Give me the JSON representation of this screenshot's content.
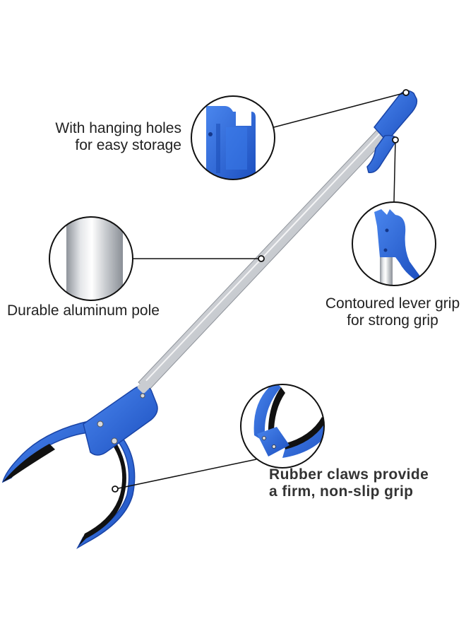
{
  "callouts": {
    "hanging_holes": {
      "line1": "With hanging holes",
      "line2": "for easy storage"
    },
    "aluminum_pole": {
      "line1": "Durable aluminum pole"
    },
    "lever_grip": {
      "line1": "Contoured lever grip",
      "line2": "for strong grip"
    },
    "rubber_claws": {
      "line1": "Rubber claws provide",
      "line2": "a firm, non-slip grip"
    }
  },
  "colors": {
    "accent_blue": "#2f6fe0",
    "dark_blue": "#1d4fb8",
    "rubber_black": "#111111",
    "aluminum": "#d9dce0",
    "text": "#222222"
  },
  "icons": [
    "hanging-hole-detail",
    "aluminum-pole-detail",
    "lever-grip-detail",
    "rubber-claw-detail"
  ]
}
